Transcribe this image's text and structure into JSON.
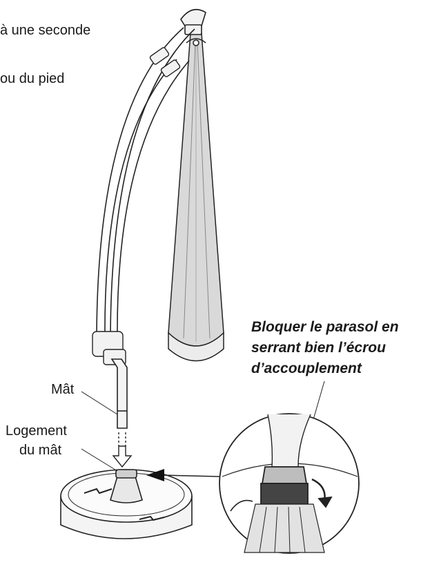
{
  "captions": {
    "top_line_1": "à une seconde",
    "top_line_2": "ou du pied"
  },
  "labels": {
    "mast": "Mât",
    "socket_line_1": "Logement",
    "socket_line_2": "du mât"
  },
  "callout": {
    "line_1": "Bloquer le parasol en",
    "line_2": "serrant bien l’écrou",
    "line_3": "d’accouplement"
  }
}
